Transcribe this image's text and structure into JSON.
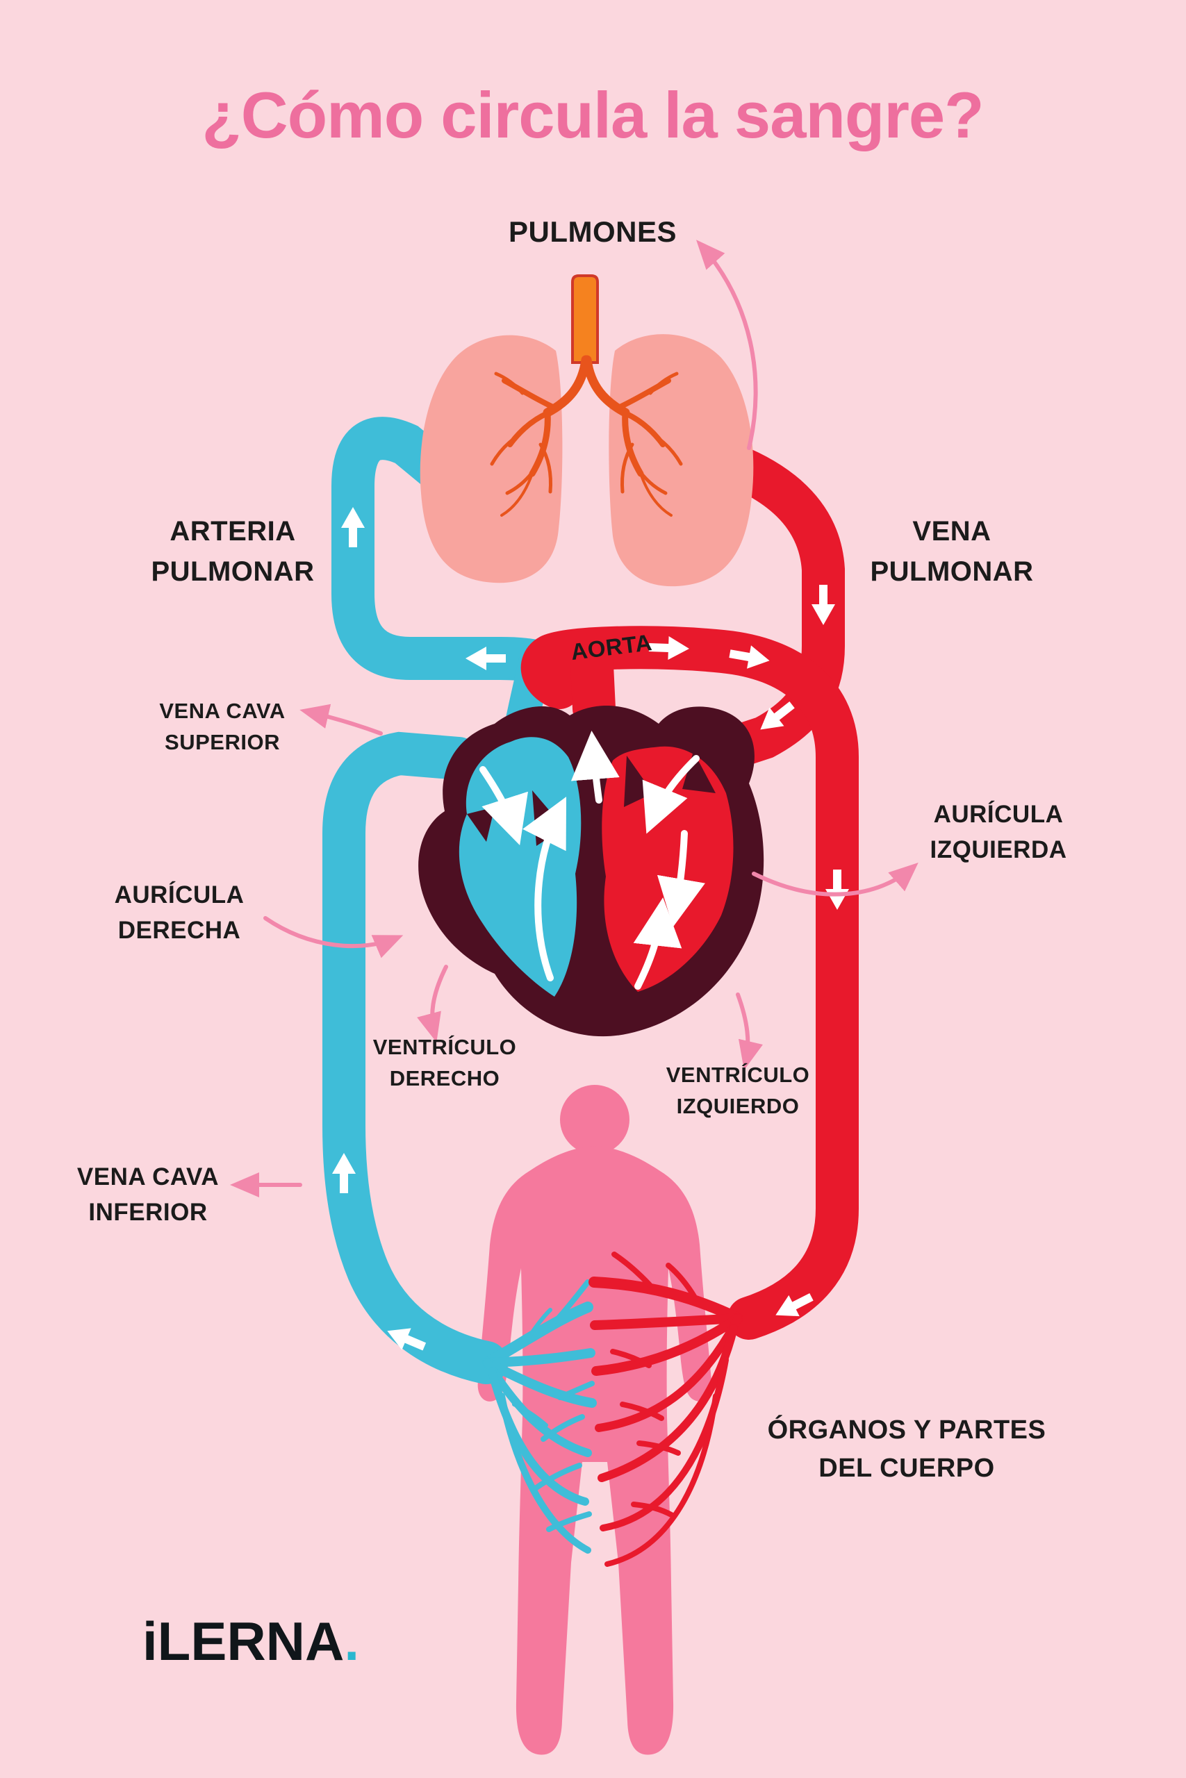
{
  "title": "¿Cómo circula la sangre?",
  "labels": {
    "pulmones": "PULMONES",
    "arteria_pulmonar": [
      "ARTERIA",
      "PULMONAR"
    ],
    "vena_pulmonar": [
      "VENA",
      "PULMONAR"
    ],
    "aorta": "AORTA",
    "vena_cava_superior": [
      "VENA CAVA",
      "SUPERIOR"
    ],
    "auricula_izquierda": [
      "AURÍCULA",
      "IZQUIERDA"
    ],
    "auricula_derecha": [
      "AURÍCULA",
      "DERECHA"
    ],
    "ventriculo_derecho": [
      "VENTRÍCULO",
      "DERECHO"
    ],
    "ventriculo_izquierdo": [
      "VENTRÍCULO",
      "IZQUIERDO"
    ],
    "vena_cava_inferior": [
      "VENA CAVA",
      "INFERIOR"
    ],
    "organos": [
      "ÓRGANOS Y PARTES",
      "DEL CUERPO"
    ]
  },
  "logo": {
    "text": "iLERNA",
    "dot": "."
  },
  "colors": {
    "background": "#fbd7de",
    "title_pink": "#ee6f9e",
    "label_black": "#1b1b1b",
    "vein_blue": "#3fbdd8",
    "artery_red": "#e8192c",
    "heart_maroon": "#4d0f22",
    "lung_salmon": "#f8a49e",
    "bronchi_orange": "#e8541c",
    "trachea_orange": "#f5821f",
    "body_pink": "#f5799d",
    "pointer_pink": "#f287ab",
    "flow_arrow_white": "#ffffff",
    "logo_cyan": "#2ab7cf"
  }
}
